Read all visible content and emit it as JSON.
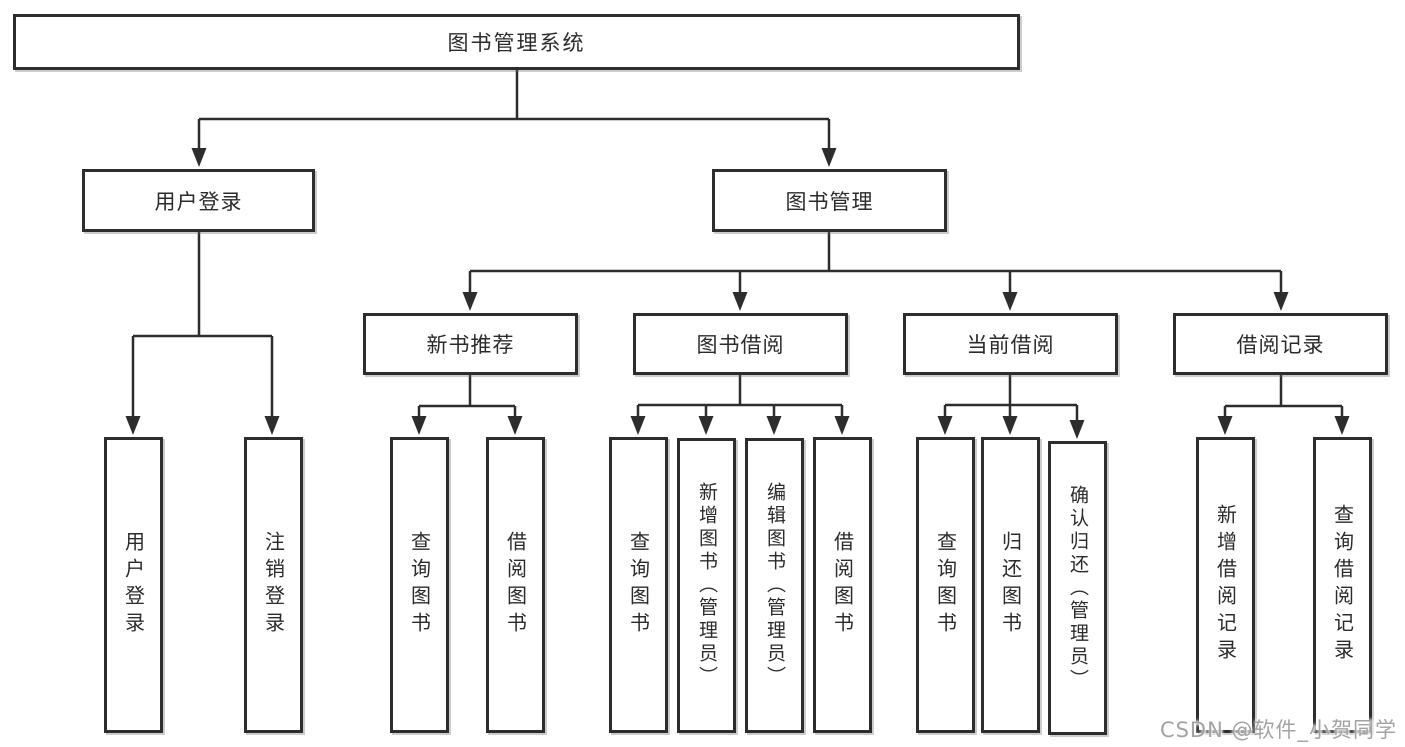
{
  "diagram": {
    "root": {
      "label": "图书管理系统"
    },
    "user_login": {
      "label": "用户登录",
      "children": {
        "login": {
          "label": "用户登录"
        },
        "logout": {
          "label": "注销登录"
        }
      }
    },
    "book_mgmt": {
      "label": "图书管理",
      "sections": {
        "new_book_rec": {
          "label": "新书推荐",
          "children": {
            "query_book": {
              "label": "查询图书"
            },
            "borrow_book": {
              "label": "借阅图书"
            }
          }
        },
        "book_borrow": {
          "label": "图书借阅",
          "children": {
            "query_book": {
              "label": "查询图书"
            },
            "add_book": {
              "label": "新增图书（管理员）"
            },
            "edit_book": {
              "label": "编辑图书（管理员）"
            },
            "borrow_book": {
              "label": "借阅图书"
            }
          }
        },
        "current_borrow": {
          "label": "当前借阅",
          "children": {
            "query_book": {
              "label": "查询图书"
            },
            "return_book": {
              "label": "归还图书"
            },
            "confirm_return": {
              "label": "确认归还（管理员）"
            }
          }
        },
        "borrow_records": {
          "label": "借阅记录",
          "children": {
            "add_record": {
              "label": "新增借阅记录"
            },
            "query_record": {
              "label": "查询借阅记录"
            }
          }
        }
      }
    }
  },
  "watermark": {
    "text": "CSDN @软件_小贺同学"
  },
  "colors": {
    "line": "#2d2d2d",
    "box_border": "#2d2d2d",
    "box_fill": "#ffffff",
    "text": "#2b2b2b",
    "watermark": "#a3a3a3",
    "background": "#ffffff"
  }
}
